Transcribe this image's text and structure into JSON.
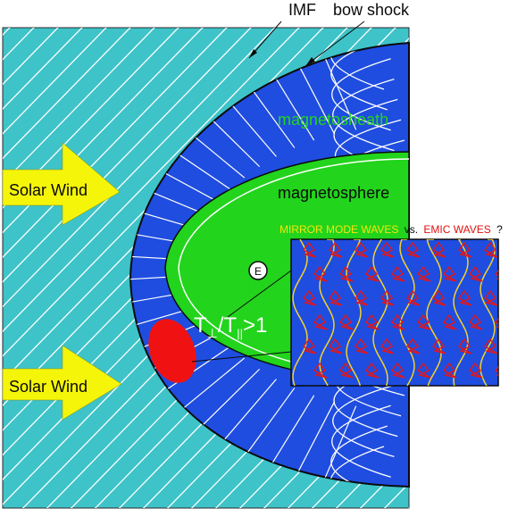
{
  "labels": {
    "imf": "IMF",
    "bow_shock": "bow shock",
    "magnetosheath": "magnetosheath",
    "magnetosphere": "magnetosphere",
    "solar_wind_top": "Solar Wind",
    "solar_wind_bottom": "Solar Wind",
    "mirror_mode": "MIRROR MODE WAVES",
    "vs": "vs.",
    "emic": "EMIC WAVES",
    "question": "?",
    "earth": "E",
    "temp_T1": "T",
    "temp_sub1": "⊥",
    "temp_slash": "/T",
    "temp_sub2": "||",
    "temp_gt": ">1"
  },
  "colors": {
    "solar_wind_region": "#3ec3c8",
    "magnetosheath": "#1f4de0",
    "magnetosphere": "#22d41c",
    "arrow": "#f5f50a",
    "mirror_mode_text": "#f5e60a",
    "emic_text": "#e01010",
    "mirror_wave": "#f3d22a",
    "emic_wave": "#e81515",
    "anisotropy_patch": "#f01212",
    "field_lines": "#ffffff"
  },
  "icons": {
    "arrow_top": "yellow-right-arrow",
    "arrow_bottom": "yellow-right-arrow"
  }
}
